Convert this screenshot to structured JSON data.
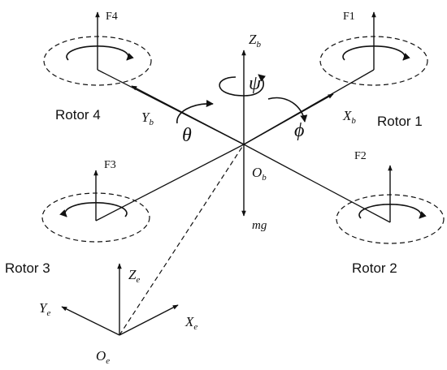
{
  "rotors": {
    "r1": {
      "label": "Rotor 1",
      "force": "F1"
    },
    "r2": {
      "label": "Rotor 2",
      "force": "F2"
    },
    "r3": {
      "label": "Rotor 3",
      "force": "F3"
    },
    "r4": {
      "label": "Rotor 4",
      "force": "F4"
    }
  },
  "body_frame": {
    "x": {
      "main": "X",
      "sub": "b"
    },
    "y": {
      "main": "Y",
      "sub": "b"
    },
    "z": {
      "main": "Z",
      "sub": "b"
    },
    "origin": {
      "main": "O",
      "sub": "b"
    }
  },
  "earth_frame": {
    "x": {
      "main": "X",
      "sub": "e"
    },
    "y": {
      "main": "Y",
      "sub": "e"
    },
    "z": {
      "main": "Z",
      "sub": "e"
    },
    "origin": {
      "main": "O",
      "sub": "e"
    }
  },
  "angles": {
    "roll": "ϕ",
    "pitch": "θ",
    "yaw": "ψ"
  },
  "gravity": "mg"
}
